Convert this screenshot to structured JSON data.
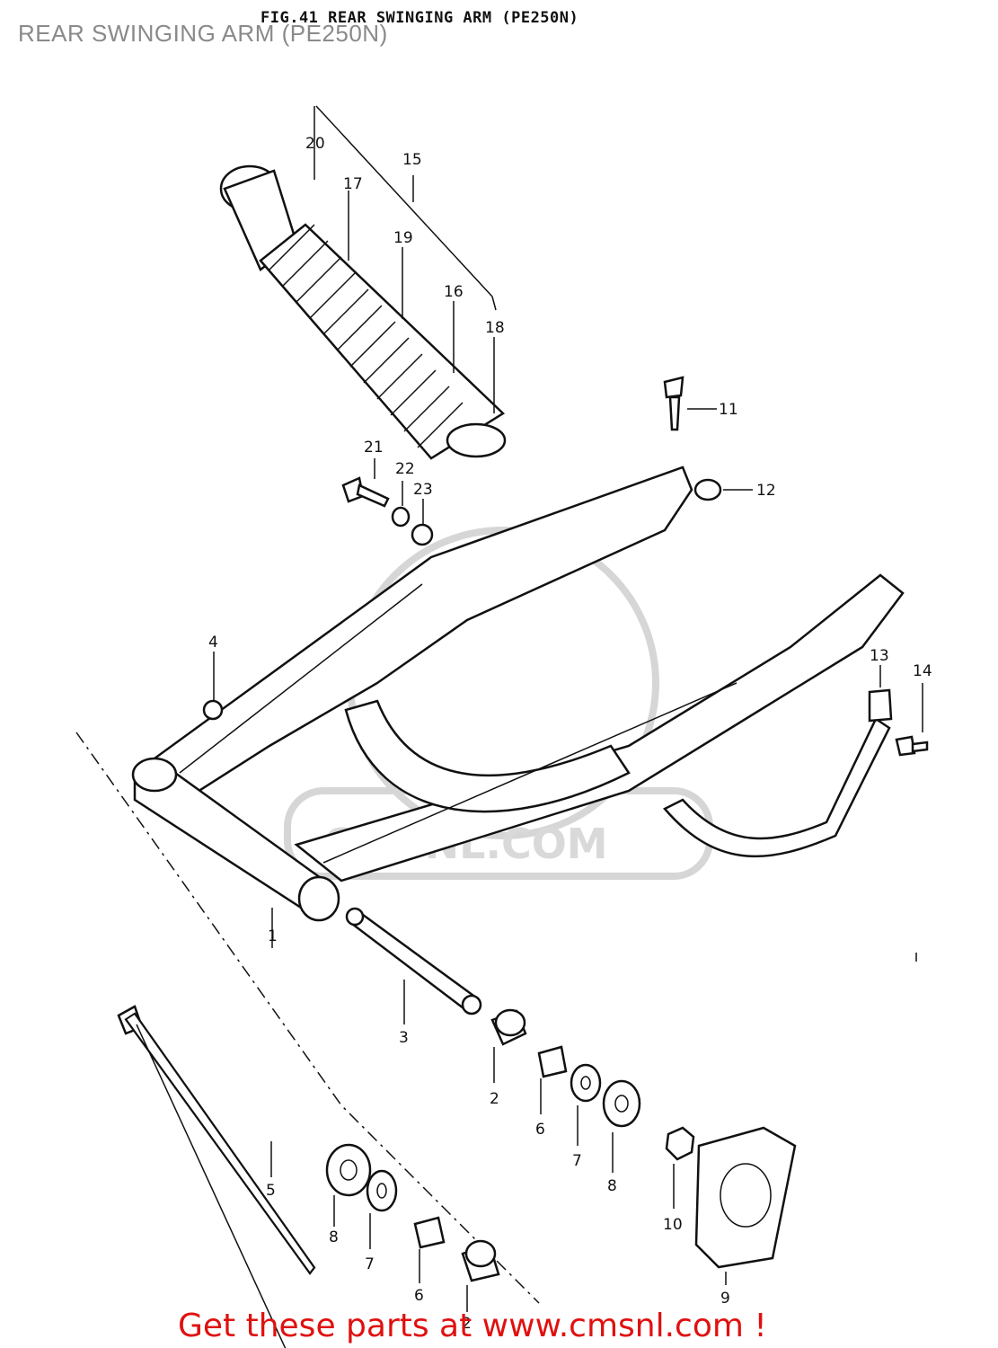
{
  "header": {
    "title": "REAR SWINGING ARM (PE250N)"
  },
  "figure": {
    "title": "FIG.41  REAR SWINGING ARM  (PE250N)"
  },
  "watermark": {
    "text": "CMSNL.COM"
  },
  "callouts": {
    "c20": "20",
    "c15": "15",
    "c17": "17",
    "c19": "19",
    "c16": "16",
    "c18": "18",
    "c11": "11",
    "c12": "12",
    "c21": "21",
    "c22": "22",
    "c23": "23",
    "c4": "4",
    "c13": "13",
    "c14": "14",
    "c3": "3",
    "c2a": "2",
    "c2b": "2",
    "c6a": "6",
    "c6b": "6",
    "c7a": "7",
    "c7b": "7",
    "c8a": "8",
    "c8b": "8",
    "c10": "10",
    "c9": "9",
    "c5": "5",
    "c1": "1"
  },
  "footer": {
    "cta": "Get these parts at www.cmsnl.com !"
  },
  "colors": {
    "cta": "#e01010",
    "header": "#8a8a8a",
    "line": "#111111",
    "watermark": "#d6d6d6"
  }
}
